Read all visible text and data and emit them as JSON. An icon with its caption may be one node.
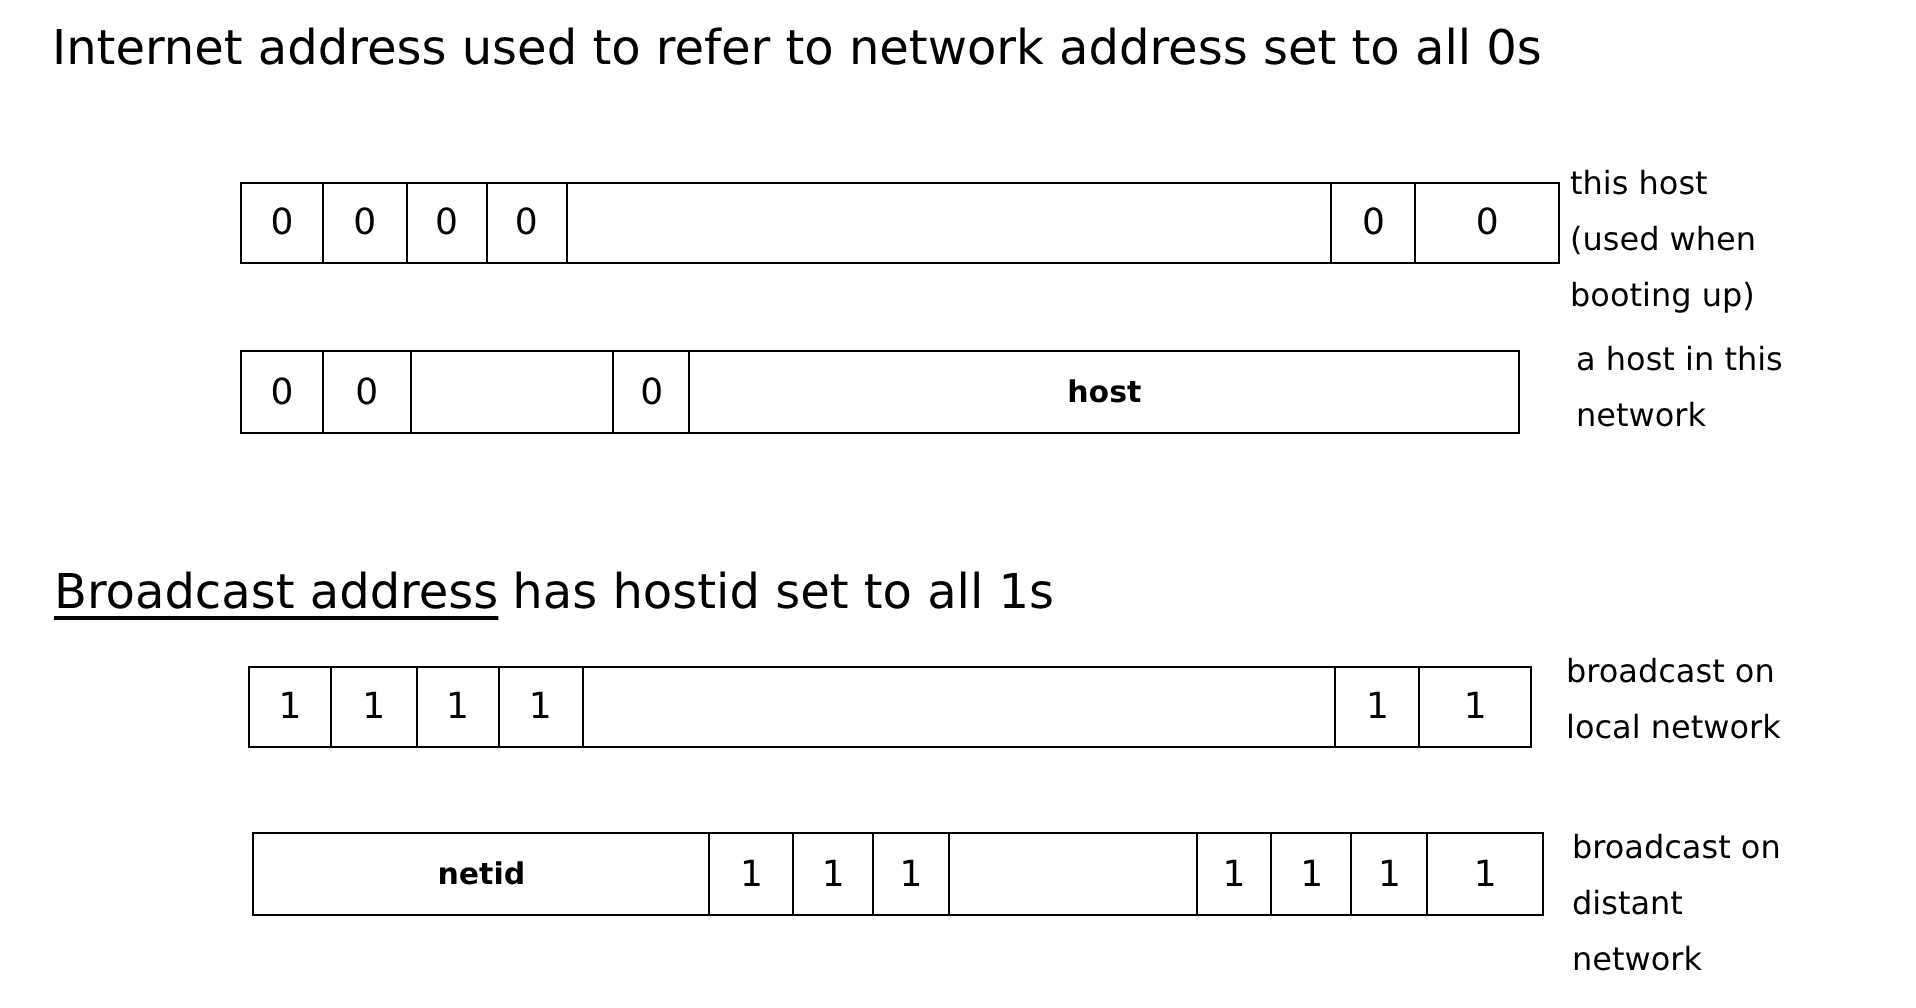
{
  "diagram": {
    "title": "Internet address used to refer to network address set to all 0s",
    "nodes": [
      {
        "text": [],
        "shape": "bar",
        "beside": [
          "this host (used when booting up)"
        ]
      },
      {
        "text": [
          "0"
        ],
        "in": 0
      },
      {
        "text": [
          "0"
        ],
        "in": 0
      },
      {
        "text": [
          "0"
        ],
        "in": 0
      },
      {
        "text": [
          "0"
        ],
        "in": 0
      },
      {
        "text": [],
        "shape": "box",
        "in": 0
      },
      {
        "text": [
          "0"
        ],
        "in": 0
      },
      {
        "text": [
          "0"
        ],
        "in": 0
      },
      {
        "text": [],
        "shape": "bar",
        "beside": [
          "a host in this network"
        ]
      },
      {
        "text": [
          "0"
        ],
        "in": 8
      },
      {
        "text": [
          "0"
        ],
        "in": 8
      },
      {
        "text": [],
        "shape": "box",
        "in": 8
      },
      {
        "text": [
          "0"
        ],
        "in": 8
      },
      {
        "text": [
          "host"
        ],
        "in": 8
      },
      {
        "text": [],
        "shape": "bar",
        "beside": [
          "broadcast on local network"
        ]
      },
      {
        "text": [
          "1"
        ],
        "in": 14
      },
      {
        "text": [
          "1"
        ],
        "in": 14
      },
      {
        "text": [
          "1"
        ],
        "in": 14
      },
      {
        "text": [
          "1"
        ],
        "in": 14
      },
      {
        "text": [],
        "shape": "box",
        "in": 14
      },
      {
        "text": [
          "1"
        ],
        "in": 14
      },
      {
        "text": [
          "1"
        ],
        "in": 14
      },
      {
        "text": [],
        "shape": "bar",
        "beside": [
          "broadcast on distant network"
        ]
      },
      {
        "text": [
          "netid"
        ],
        "in": 22
      },
      {
        "text": [
          "1"
        ],
        "in": 22
      },
      {
        "text": [
          "1"
        ],
        "in": 22
      },
      {
        "text": [
          "1"
        ],
        "in": 22
      },
      {
        "text": [],
        "shape": "box",
        "in": 22
      },
      {
        "text": [
          "1"
        ],
        "in": 22
      },
      {
        "text": [
          "1"
        ],
        "in": 22
      },
      {
        "text": [
          "1"
        ],
        "in": 22
      },
      {
        "text": [
          "1"
        ],
        "in": 22
      }
    ],
    "labels": [
      "Broadcast address",
      "has hostid set to all 1s"
    ]
  }
}
